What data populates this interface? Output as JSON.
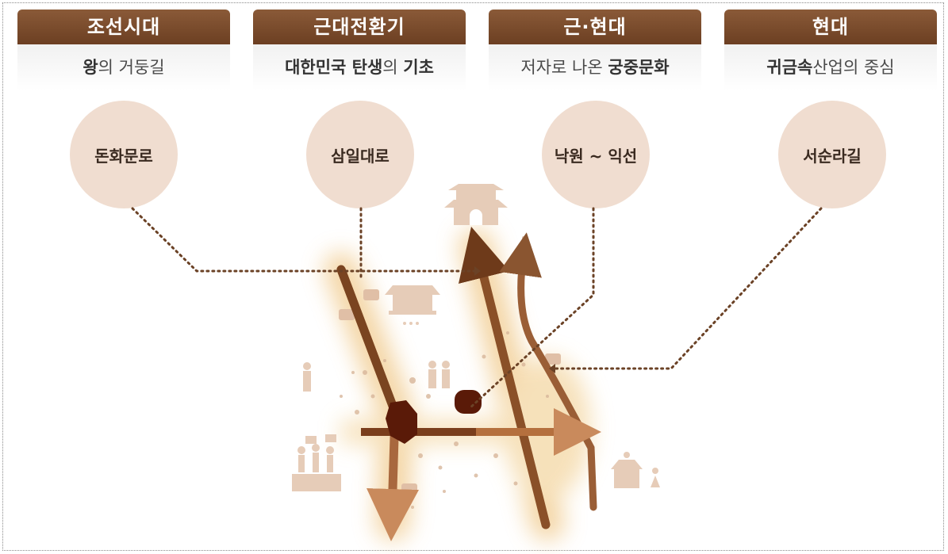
{
  "columns": [
    {
      "header": "조선시대",
      "sub_plain": "의 거둥길",
      "sub_bold": "왕",
      "road": "돈화문로"
    },
    {
      "header": "근대전환기",
      "sub_bold1": "대한민국 탄생",
      "sub_mid": "의 ",
      "sub_bold2": "기초",
      "road": "삼일대로"
    },
    {
      "header": "근·현대",
      "sub_plain": "저자로 나온 ",
      "sub_bold": "궁중문화",
      "road": "낙원 ~ 익선"
    },
    {
      "header": "현대",
      "sub_bold": "귀금속",
      "sub_plain": "산업의 중심",
      "road": "서순라길"
    }
  ],
  "colors": {
    "header_brown": "#7a4a2a",
    "circle_fill": "#f0ddd0",
    "road_dark": "#5a2a10",
    "road_mid": "#9a6038",
    "road_light": "#c88a5a",
    "glow": "#f2d6a8",
    "connector": "#6b4226"
  }
}
